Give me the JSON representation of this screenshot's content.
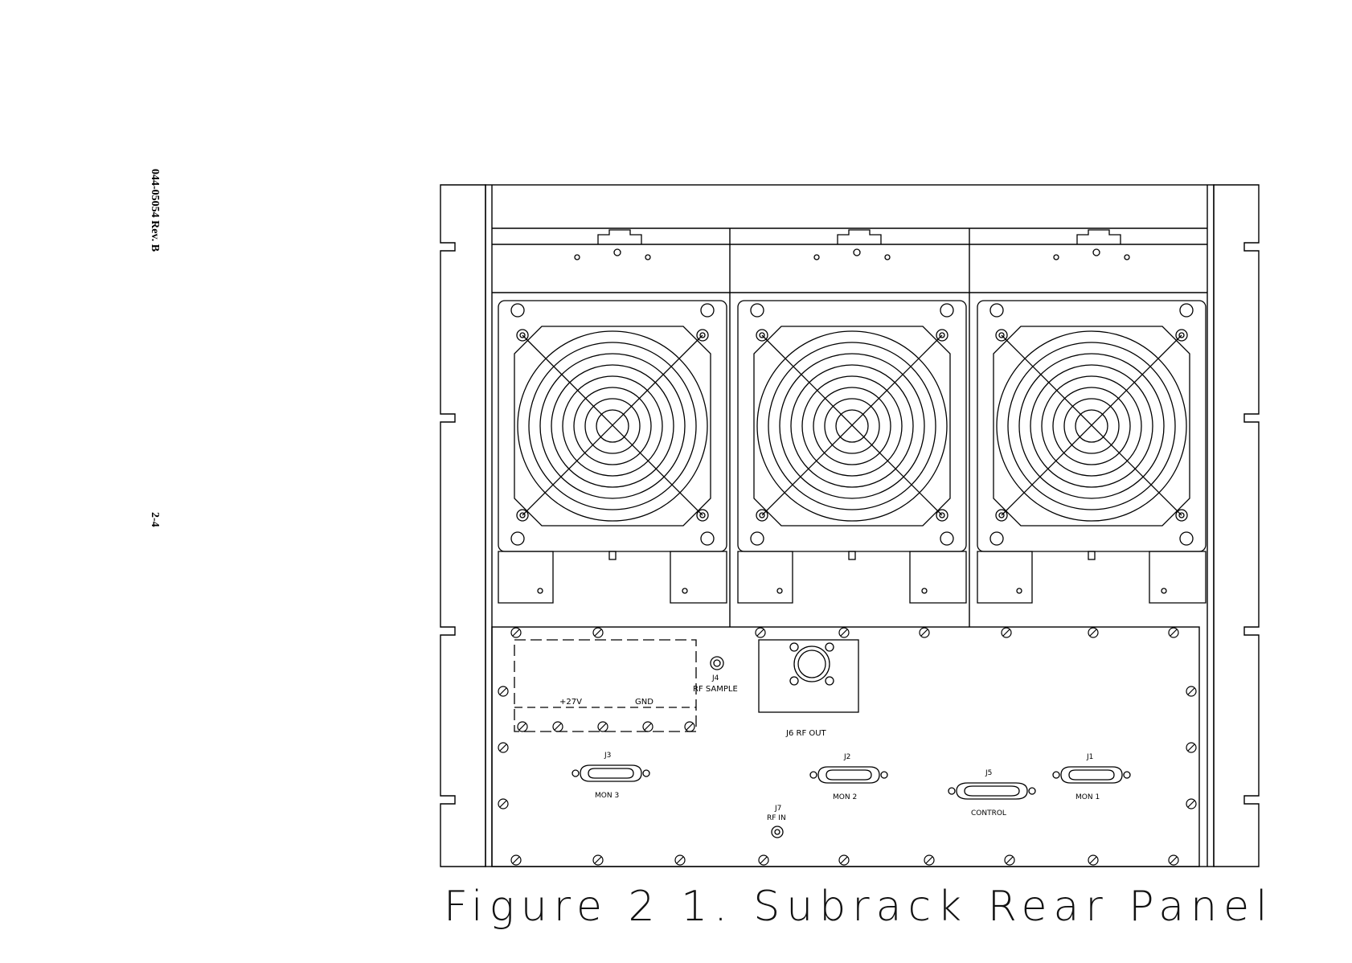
{
  "document": {
    "doc_number": "044-05054 Rev. B",
    "page_number": "2-4"
  },
  "figure": {
    "caption": "Figure 2 1.   Subrack Rear Panel",
    "fans": [
      "fan-1",
      "fan-2",
      "fan-3"
    ],
    "labels": {
      "j4": "J4",
      "rf_sample": "RF SAMPLE",
      "v27": "+27V",
      "gnd": "GND",
      "j6_rf_out": "J6 RF OUT",
      "j3": "J3",
      "mon3": "MON 3",
      "j2": "J2",
      "mon2": "MON 2",
      "j5": "J5",
      "control": "CONTROL",
      "j1": "J1",
      "mon1": "MON 1",
      "j7": "J7",
      "rf_in": "RF IN"
    }
  }
}
